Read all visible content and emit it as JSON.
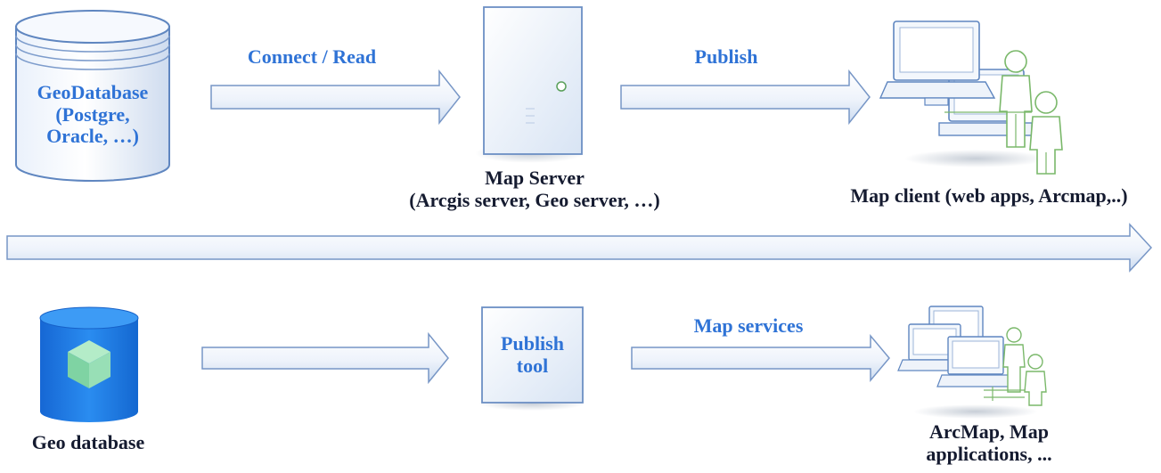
{
  "top": {
    "database_label": [
      "GeoDatabase",
      "(Postgre,",
      "Oracle, …)"
    ],
    "arrow1_label": "Connect / Read",
    "arrow2_label": "Publish",
    "server_label": [
      "Map Server",
      "(Arcgis server, Geo server, …)"
    ],
    "client_label": "Map client (web apps, Arcmap,..)"
  },
  "bottom": {
    "database_label": "Geo database",
    "tool_label": [
      "Publish",
      "tool"
    ],
    "arrow_label": "Map services",
    "client_label": [
      "ArcMap, Map",
      "applications, ..."
    ]
  },
  "colors": {
    "label_blue": "#2f73d6",
    "label_dark": "#151b30",
    "outline_blue": "#6c93c8",
    "db_fill": "#1d7fe3",
    "cube_green": "#8fdcb0",
    "person_green": "#7ab86a"
  }
}
